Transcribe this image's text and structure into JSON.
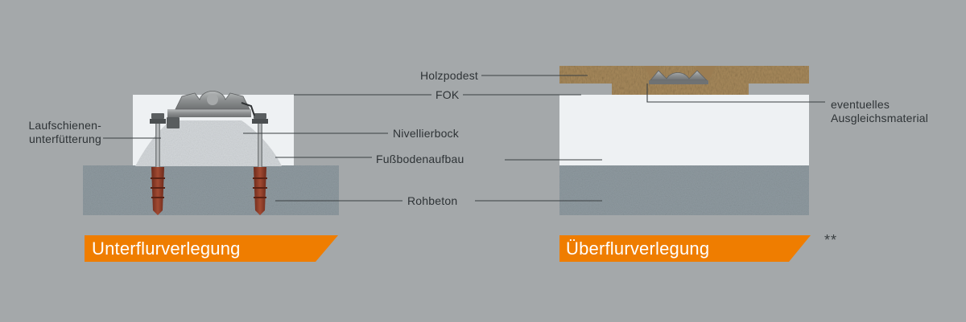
{
  "labels": {
    "laufschienen": "Laufschienen-\nunterfütterung",
    "holzpodest": "Holzpodest",
    "fok": "FOK",
    "nivellierbock": "Nivellierbock",
    "fussbodenaufbau": "Fußbodenaufbau",
    "rohbeton": "Rohbeton",
    "ausgleich": "eventuelles\nAusgleichsmaterial"
  },
  "banners": {
    "left": "Unterflurverlegung",
    "right": "Überflurverlegung"
  },
  "footnote_mark": "**",
  "colors": {
    "background": "#a4a8aa",
    "banner_orange": "#ef7d00",
    "concrete": "#8f9aa0",
    "screed_white": "#eef1f3",
    "rail_grey": "#8a8d8e",
    "wood": "#a88a5c",
    "dowel_red": "#8a3a26",
    "leader_line": "#3a3f42"
  }
}
